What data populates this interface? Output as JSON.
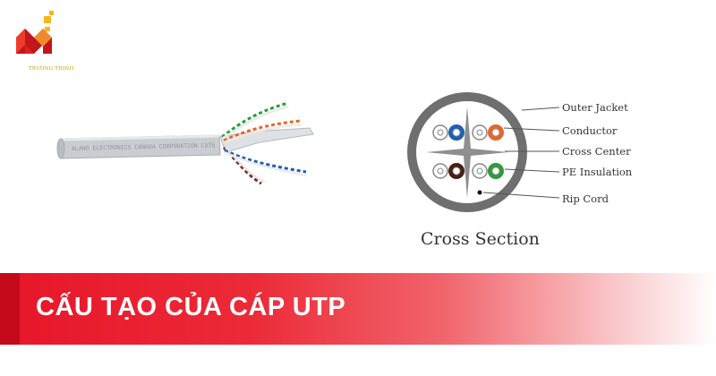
{
  "brand": {
    "logo_text": "TRƯỜNG THỊNH",
    "colors": {
      "red": "#e21f26",
      "gold": "#f3b81a"
    }
  },
  "cable_photo": {
    "jacket_print": "ALAWO ELECTRONICS CANADA CORPORATION CAT6"
  },
  "diagram": {
    "labels": {
      "outer_jacket": "Outer Jacket",
      "conductor": "Conductor",
      "cross_center": "Cross Center",
      "pe_insulation": "PE Insulation",
      "rip_cord": "Rip Cord"
    },
    "caption": "Cross Section",
    "pair_colors": {
      "blue": "#1f5fb0",
      "orange": "#e4662b",
      "brown": "#4a1e12",
      "green": "#2e9a3c"
    }
  },
  "banner": {
    "title": "CẤU TẠO CỦA CÁP UTP",
    "colors": {
      "start": "#e8152a",
      "end": "#ffffff"
    }
  }
}
